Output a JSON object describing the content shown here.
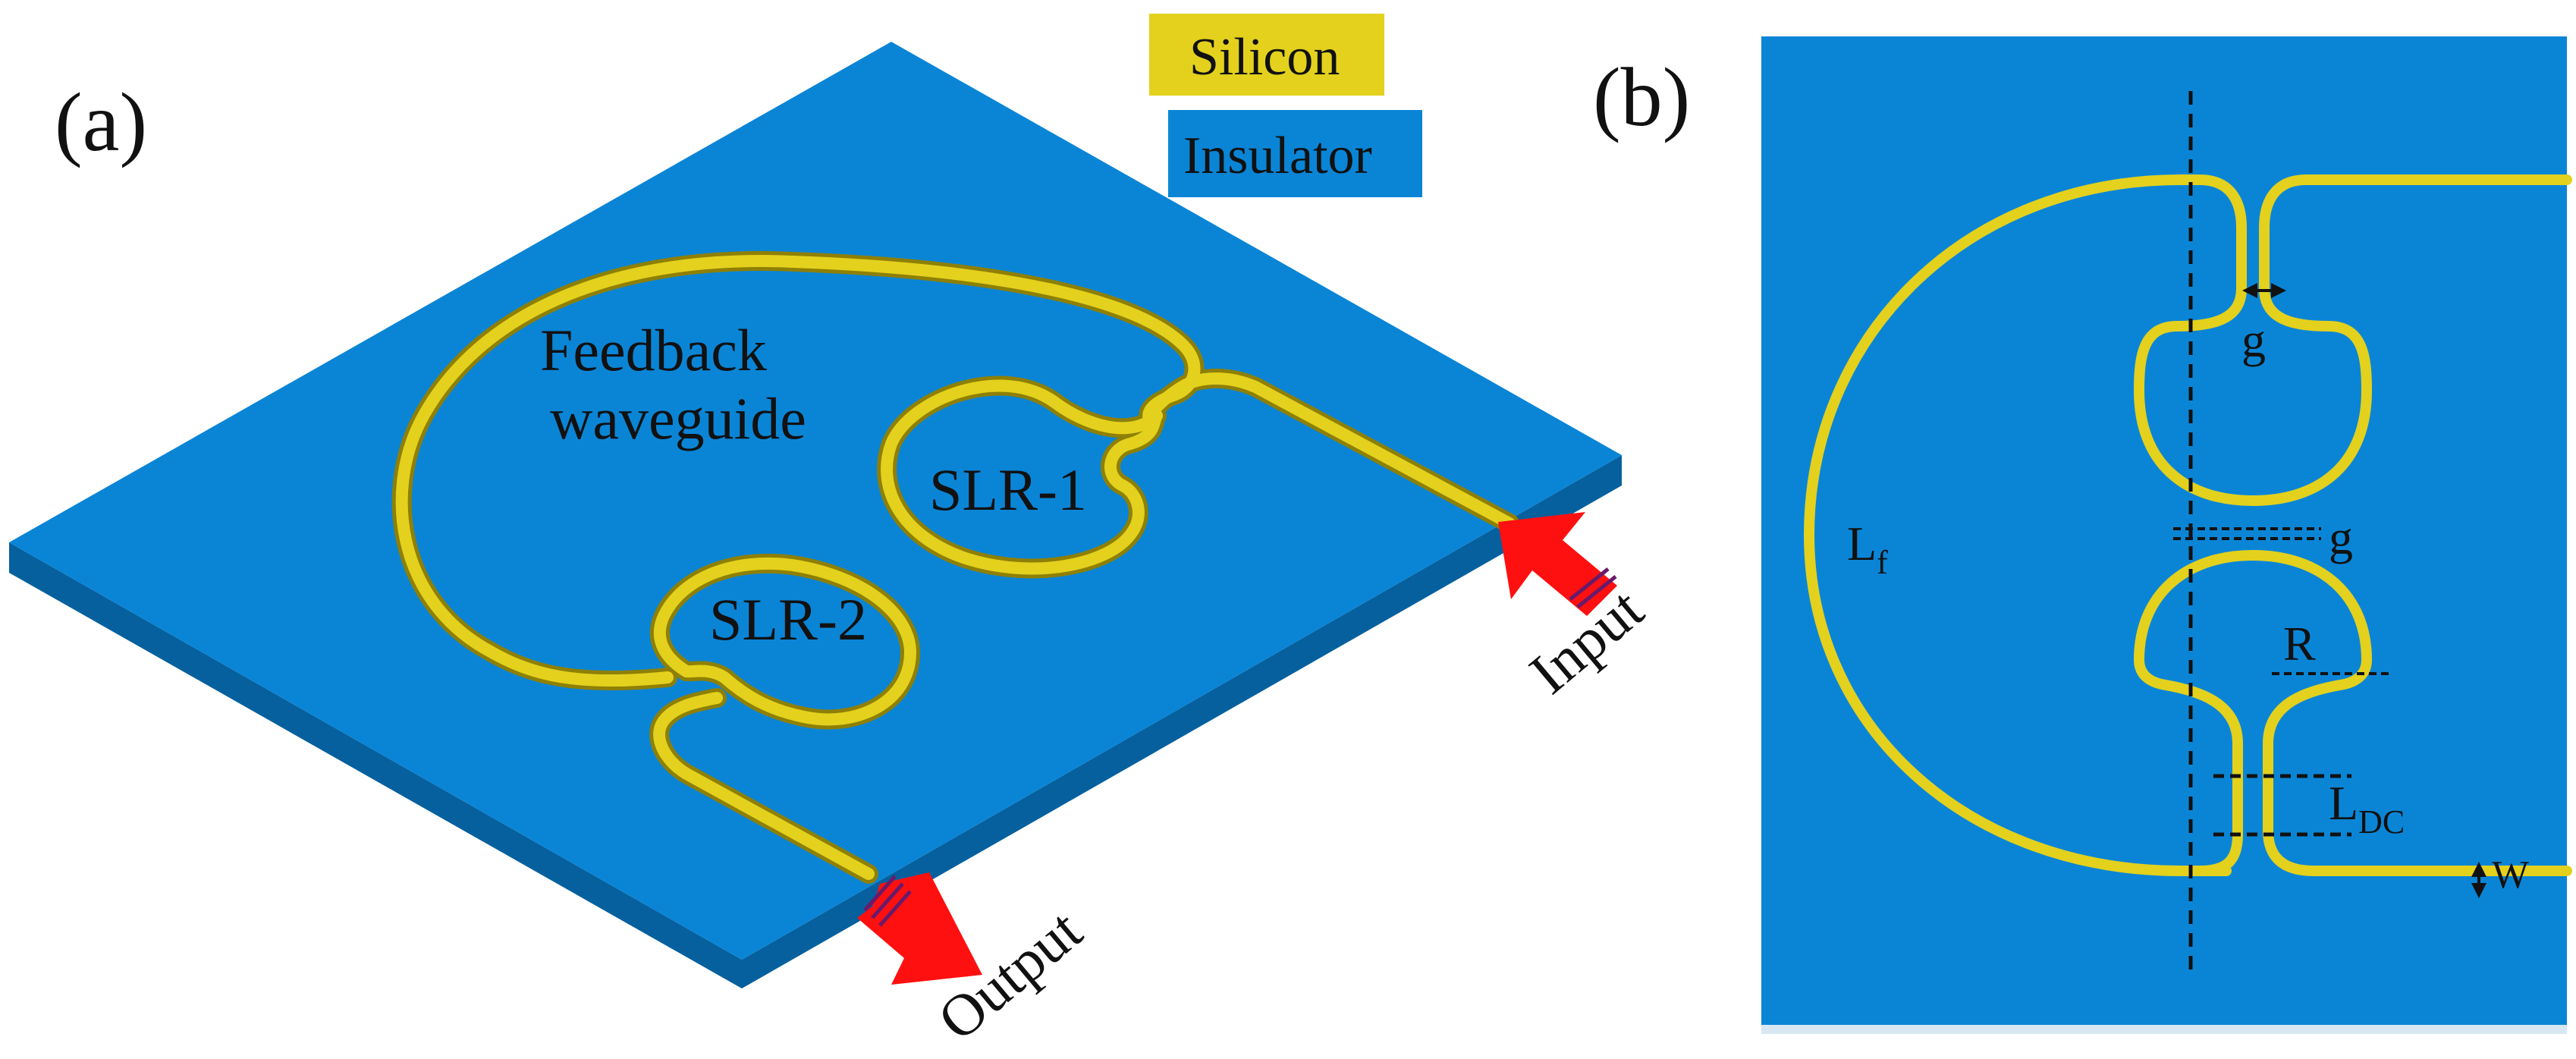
{
  "colors": {
    "silicon": "#E3D11D",
    "silicon_dark": "#8E7F05",
    "insulator": "#0A85D6",
    "insulator_side": "#06609E",
    "arrow": "#FF1010",
    "text": "#111111",
    "background": "#FFFFFF"
  },
  "legend": {
    "silicon": "Silicon",
    "insulator": "Insulator"
  },
  "panel_a": {
    "label": "(a)",
    "feedback_line1": "Feedback",
    "feedback_line2": "waveguide",
    "slr1": "SLR-1",
    "slr2": "SLR-2",
    "input": "Input",
    "output": "Output"
  },
  "panel_b": {
    "label": "(b)",
    "gap_top": "g",
    "gap_mid": "g",
    "lf": "L",
    "lf_sub": "f",
    "radius": "R",
    "ldc": "L",
    "ldc_sub": "DC",
    "width": "W"
  }
}
